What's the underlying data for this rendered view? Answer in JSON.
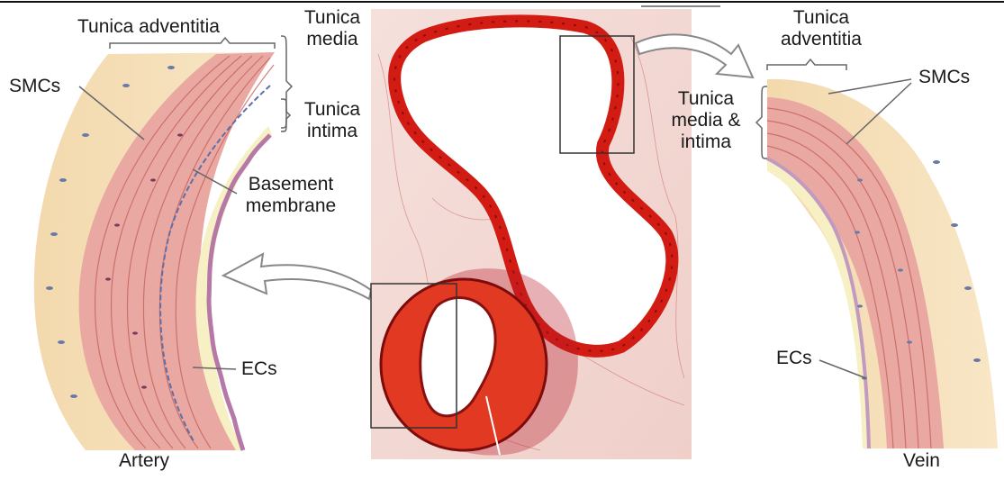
{
  "figure": {
    "artery": {
      "title": "Artery",
      "labels": {
        "tunica_adventitia": "Tunica adventitia",
        "tunica_media": [
          "Tunica",
          "media"
        ],
        "tunica_intima": [
          "Tunica",
          "intima"
        ],
        "smcs": "SMCs",
        "basement_membrane": [
          "Basement",
          "membrane"
        ],
        "ecs": "ECs"
      }
    },
    "vein": {
      "title": "Vein",
      "labels": {
        "tunica_adventitia": [
          "Tunica",
          "adventitia"
        ],
        "tunica_media_intima": [
          "Tunica",
          "media &",
          "intima"
        ],
        "smcs": "SMCs",
        "ecs": "ECs"
      }
    }
  },
  "colors": {
    "adventitia": "#f6dfb8",
    "media": "#e8a6a0",
    "intima": "#f7f0c4",
    "endothelium": "#c89ab8",
    "histology_stain": "#d71f15",
    "histology_background": "#f3d6d2"
  }
}
